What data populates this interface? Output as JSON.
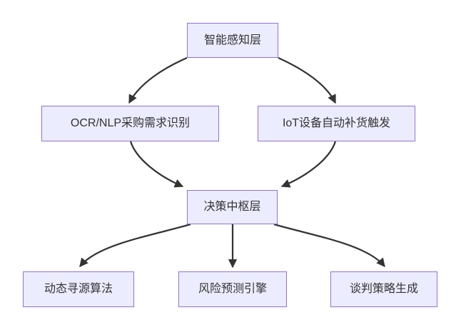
{
  "diagram": {
    "type": "flowchart",
    "direction": "top-down",
    "colors": {
      "node_fill": "#ECECFF",
      "node_border": "#9370DB",
      "node_text": "#333333",
      "edge": "#333333",
      "background": "#FFFFFF"
    },
    "nodes": [
      {
        "id": "perception-layer",
        "label": "智能感知层"
      },
      {
        "id": "ocr-nlp-recognition",
        "label": "OCR/NLP采购需求识别"
      },
      {
        "id": "iot-replenish-trigger",
        "label": "IoT设备自动补货触发"
      },
      {
        "id": "decision-hub-layer",
        "label": "决策中枢层"
      },
      {
        "id": "dynamic-sourcing",
        "label": "动态寻源算法"
      },
      {
        "id": "risk-prediction",
        "label": "风险预测引擎"
      },
      {
        "id": "negotiation-strategy",
        "label": "谈判策略生成"
      }
    ],
    "edges": [
      {
        "from": "智能感知层",
        "to": "OCR/NLP采购需求识别"
      },
      {
        "from": "智能感知层",
        "to": "IoT设备自动补货触发"
      },
      {
        "from": "OCR/NLP采购需求识别",
        "to": "决策中枢层"
      },
      {
        "from": "IoT设备自动补货触发",
        "to": "决策中枢层"
      },
      {
        "from": "决策中枢层",
        "to": "动态寻源算法"
      },
      {
        "from": "决策中枢层",
        "to": "风险预测引擎"
      },
      {
        "from": "决策中枢层",
        "to": "谈判策略生成"
      }
    ]
  }
}
